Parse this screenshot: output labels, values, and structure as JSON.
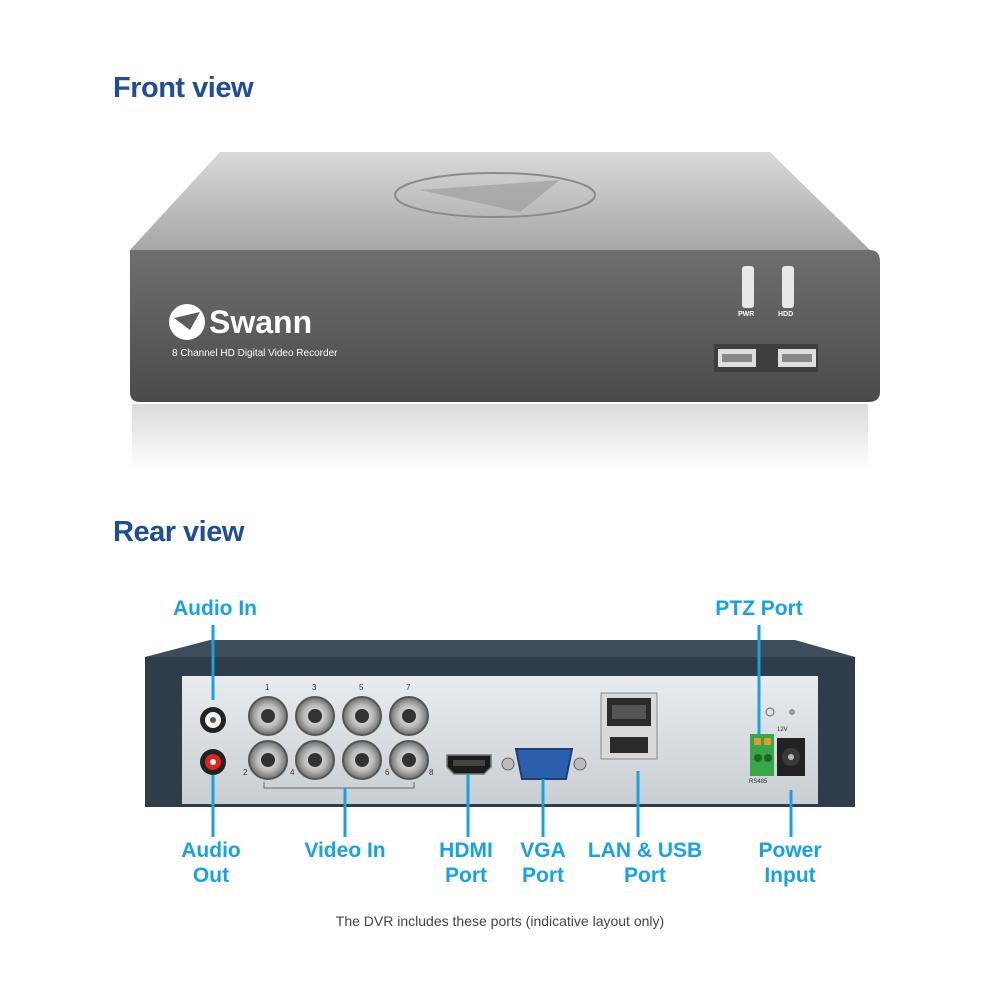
{
  "front": {
    "heading": "Front view",
    "brand": "Swann",
    "model_text": "8 Channel HD Digital Video Recorder",
    "led_labels": [
      "PWR",
      "HDD"
    ]
  },
  "rear": {
    "heading": "Rear view",
    "callouts": {
      "audio_in": "Audio In",
      "ptz_port": "PTZ Port",
      "audio_out_line1": "Audio",
      "audio_out_line2": "Out",
      "video_in": "Video In",
      "hdmi_line1": "HDMI",
      "hdmi_line2": "Port",
      "vga_line1": "VGA",
      "vga_line2": "Port",
      "lan_line1": "LAN & USB",
      "lan_line2": "Port",
      "power_line1": "Power",
      "power_line2": "Input"
    },
    "channel_numbers": [
      "1",
      "3",
      "5",
      "7",
      "2",
      "4",
      "6",
      "8"
    ],
    "panel_small_text": [
      "RS485",
      "12V"
    ],
    "caption": "The DVR includes these ports (indicative layout only)",
    "accent_color": "#1aa1e1"
  }
}
